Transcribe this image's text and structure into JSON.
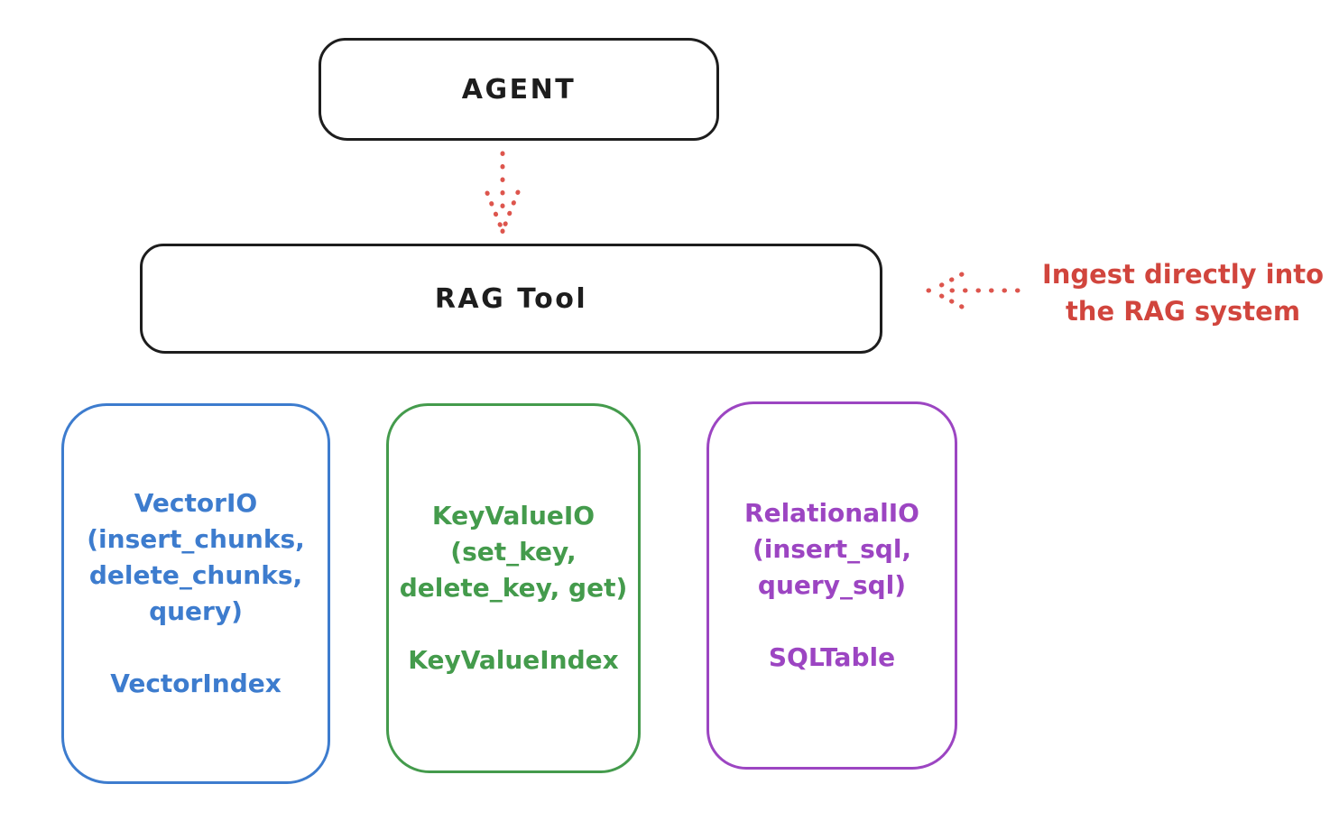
{
  "nodes": {
    "agent": {
      "label": "AGENT",
      "stroke_color": "#1d1d1d"
    },
    "rag_tool": {
      "label": "RAG Tool",
      "stroke_color": "#1d1d1d"
    }
  },
  "annotation": {
    "text_line1": "Ingest directly into",
    "text_line2": "the RAG system",
    "color": "#d1453d"
  },
  "arrows": {
    "agent_to_rag": {
      "style": "dotted",
      "direction": "down",
      "color": "#dd554d"
    },
    "ingest_to_rag": {
      "style": "dotted",
      "direction": "left",
      "color": "#dd554d"
    }
  },
  "backends": [
    {
      "name": "vector-io",
      "color": "#3d7cce",
      "lines": [
        "VectorIO",
        "(insert_chunks,",
        "delete_chunks,",
        "query)"
      ],
      "index_label": "VectorIndex"
    },
    {
      "name": "keyvalue-io",
      "color": "#449b4c",
      "lines": [
        "KeyValueIO",
        "(set_key,",
        "delete_key, get)"
      ],
      "index_label": "KeyValueIndex"
    },
    {
      "name": "relational-io",
      "color": "#9c45c2",
      "lines": [
        "RelationalIO",
        "(insert_sql,",
        "query_sql)"
      ],
      "index_label": "SQLTable"
    }
  ]
}
